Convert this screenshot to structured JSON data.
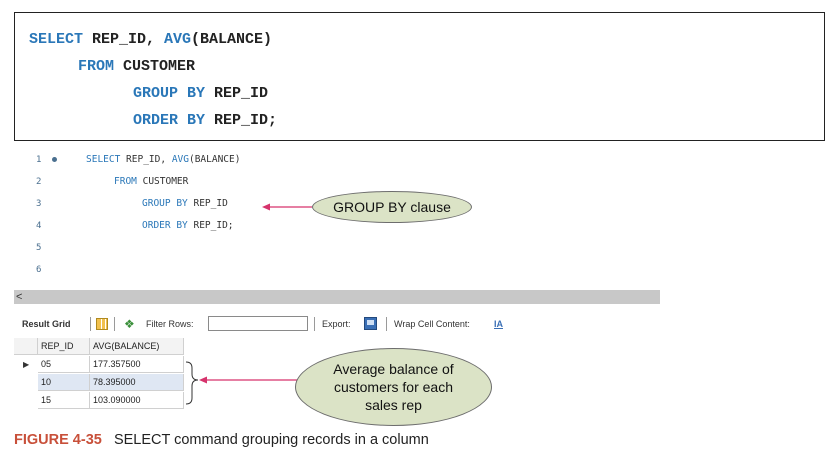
{
  "code_box": {
    "lines": [
      {
        "kw": "SELECT",
        "rest": " REP_ID, ",
        "kw2": "AVG",
        "rest2": "(BALANCE)"
      },
      {
        "kw": "FROM",
        "rest": " CUSTOMER"
      },
      {
        "kw": "GROUP BY",
        "rest": " REP_ID"
      },
      {
        "kw": "ORDER BY",
        "rest": " REP_ID;"
      }
    ]
  },
  "editor": {
    "line_numbers": [
      "1",
      "2",
      "3",
      "4",
      "5",
      "6"
    ],
    "lines": [
      {
        "kw": "SELECT",
        "rest": " REP_ID, ",
        "kw2": "AVG",
        "rest2": "(BALANCE)"
      },
      {
        "kw": "FROM",
        "rest": " CUSTOMER"
      },
      {
        "kw": "GROUP BY",
        "rest": " REP_ID"
      },
      {
        "kw": "ORDER BY",
        "rest": " REP_ID;"
      }
    ],
    "scroll_left": "<"
  },
  "toolbar": {
    "result_grid": "Result Grid",
    "filter_rows": "Filter Rows:",
    "filter_value": "",
    "export": "Export:",
    "wrap_cell_content": "Wrap Cell Content:",
    "wrap_icon": "IA"
  },
  "grid": {
    "columns": [
      "REP_ID",
      "AVG(BALANCE)"
    ],
    "rows": [
      {
        "rep_id": "05",
        "avg": "177.357500"
      },
      {
        "rep_id": "10",
        "avg": "78.395000"
      },
      {
        "rep_id": "15",
        "avg": "103.090000"
      }
    ],
    "row_marker": "▶"
  },
  "callouts": {
    "group_by": "GROUP BY clause",
    "average": [
      "Average balance of",
      "customers for each",
      "sales rep"
    ]
  },
  "caption": {
    "figure": "FIGURE 4-35",
    "text": "SELECT command grouping records in a column"
  },
  "colors": {
    "keyword": "#2a77b8",
    "arrow": "#d6336c",
    "bubble": "#dbe3c6",
    "caption_accent": "#c8503a"
  }
}
